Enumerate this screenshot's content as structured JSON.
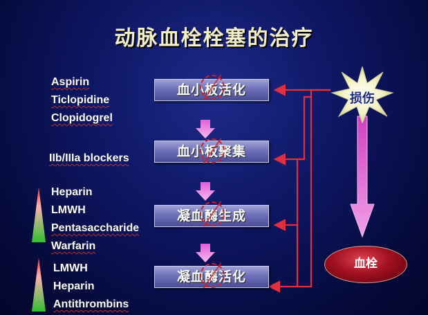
{
  "title": "动脉血栓栓塞的治疗",
  "steps": [
    "血小板活化",
    "血小板聚集",
    "凝血酶生成",
    "凝血酶活化"
  ],
  "drugs": {
    "group1": [
      "Aspirin",
      "Ticlopidine",
      "Clopidogrel"
    ],
    "group2": [
      "IIb/IIIa blockers"
    ],
    "group3": [
      "Heparin",
      "LMWH",
      "Pentasaccharide",
      "Warfarin"
    ],
    "group4": [
      "LMWH",
      "Heparin",
      "Antithrombins"
    ]
  },
  "injury_label": "损伤",
  "clot_label": "血栓",
  "colors": {
    "background": "#0d1560",
    "step_box": "#6e71b8",
    "feedback_arrows": "#e03040",
    "clot": "#a01020",
    "injury_starburst": "#f0efb0"
  }
}
